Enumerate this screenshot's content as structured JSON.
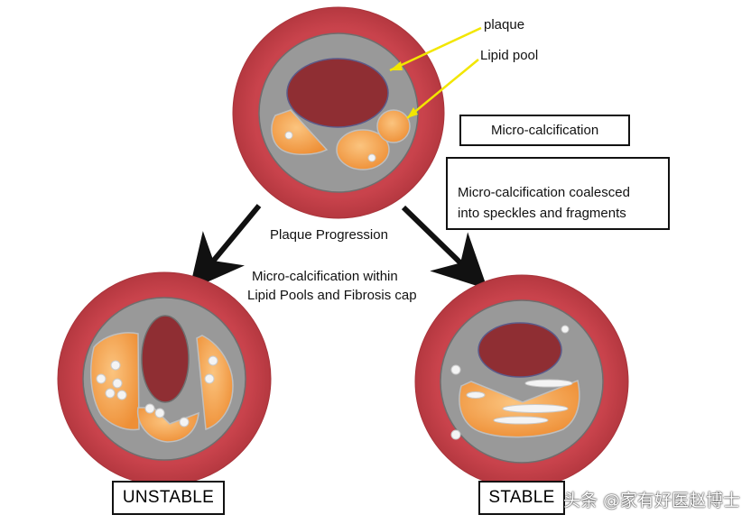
{
  "labels": {
    "plaque": "plaque",
    "lipid_pool": "Lipid pool",
    "plaque_progression": "Plaque Progression",
    "micro_calc_within_line1": "Micro-calcification  within",
    "micro_calc_within_line2": "Lipid Pools and Fibrosis cap"
  },
  "legend": {
    "micro_calcification": "Micro-calcification",
    "coalesced_line1": "Micro-calcification coalesced",
    "coalesced_line2": "into speckles and fragments"
  },
  "status": {
    "unstable": "UNSTABLE",
    "stable": "STABLE"
  },
  "watermark": "头条 @家有好医赵博士",
  "colors": {
    "vessel_wall": "#c8414a",
    "intima": "#9a9a9a",
    "lumen": "#8f2e33",
    "lipid": "#f5a653",
    "pointer": "#f2e600",
    "arrow": "#111111"
  }
}
